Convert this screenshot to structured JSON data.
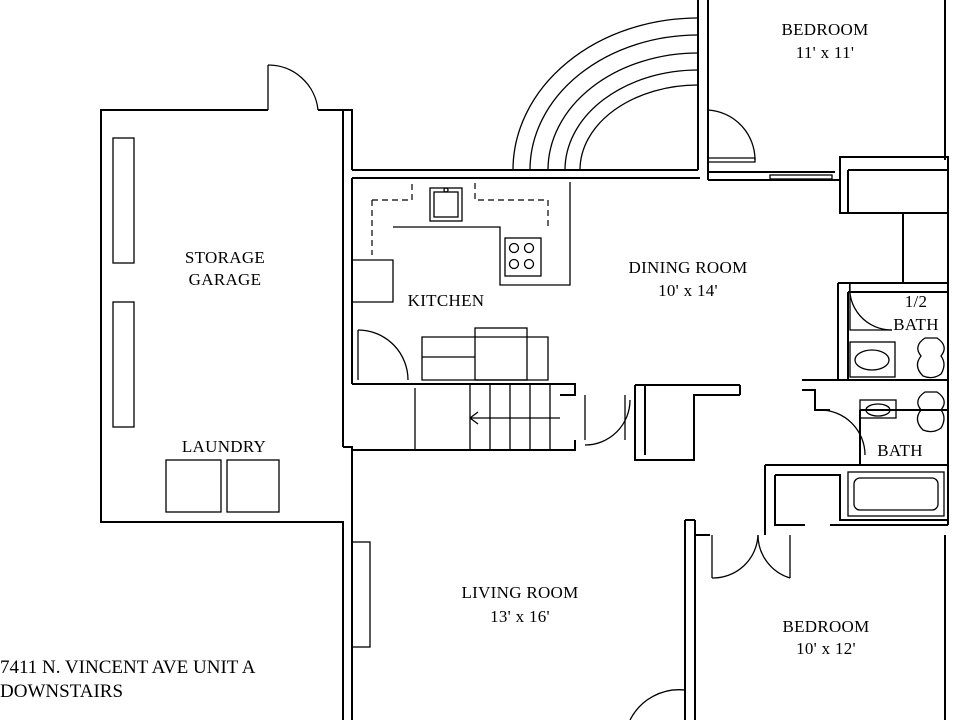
{
  "rooms": {
    "bedroom_top": {
      "name": "BEDROOM",
      "size": "11' x 11'"
    },
    "storage_garage": {
      "line1": "STORAGE",
      "line2": "GARAGE"
    },
    "kitchen": {
      "name": "KITCHEN"
    },
    "dining_room": {
      "name": "DINING ROOM",
      "size": "10' x 14'"
    },
    "half_bath": {
      "line1": "1/2",
      "line2": "BATH"
    },
    "laundry": {
      "name": "LAUNDRY"
    },
    "bath": {
      "name": "BATH"
    },
    "living_room": {
      "name": "LIVING ROOM",
      "size": "13' x 16'"
    },
    "bedroom_bottom": {
      "name": "BEDROOM",
      "size": "10' x 12'"
    }
  },
  "address": {
    "line1": "7411 N. VINCENT AVE UNIT A",
    "line2": "DOWNSTAIRS"
  }
}
